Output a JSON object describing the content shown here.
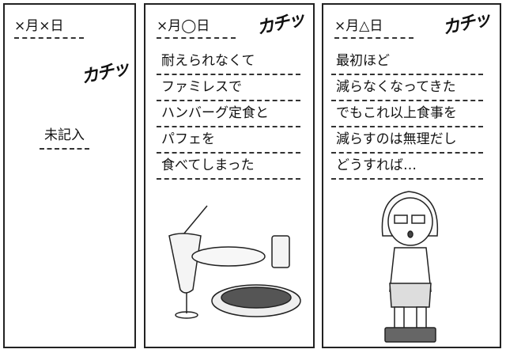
{
  "panels": [
    {
      "date": "×月×日",
      "sfx": "カチッ",
      "lines": [
        "未記入"
      ]
    },
    {
      "date": "×月◯日",
      "sfx": "カチッ",
      "lines": [
        "耐えられなくて",
        "ファミレスで",
        "ハンバーグ定食と",
        "パフェを",
        "食べてしまった"
      ]
    },
    {
      "date": "×月△日",
      "sfx": "カチッ",
      "lines": [
        "最初ほど",
        "減らなくなってきた",
        "でもこれ以上食事を",
        "減らすのは無理だし",
        "どうすれば…"
      ]
    }
  ]
}
